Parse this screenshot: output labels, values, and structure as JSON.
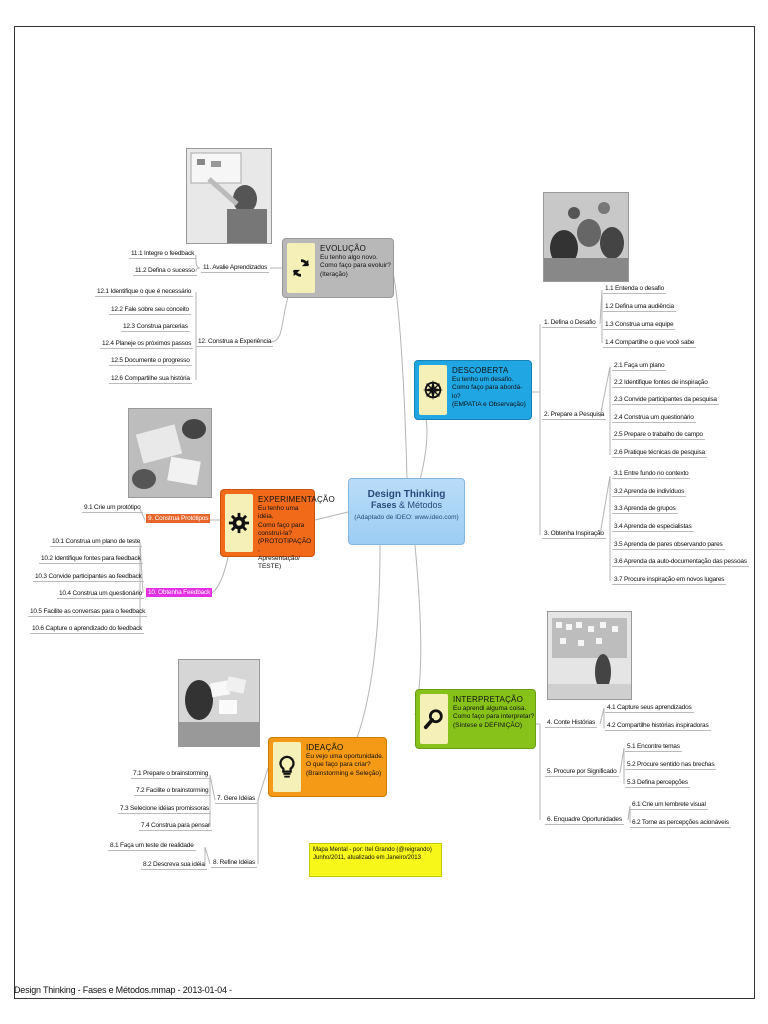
{
  "center": {
    "title": "Design Thinking",
    "subtitle_bold": "Fases",
    "subtitle_rest": " & Métodos",
    "source": "(Adaptado de  IDEO: www.ideo.com)"
  },
  "phases": {
    "evolucao": {
      "title": "EVOLUÇÃO",
      "desc": [
        "Eu tenho algo novo.",
        "Como faço para evoluir?",
        "(Iteração)"
      ],
      "color": "#b8b8b8",
      "icon": "refresh-icon"
    },
    "descoberta": {
      "title": "DESCOBERTA",
      "desc": [
        "Eu tenho um desafio.",
        "Como faço para abordá-lo?",
        "(EMPATIA e Observação)"
      ],
      "color": "#1fa6e3",
      "icon": "compass-icon"
    },
    "experimentacao": {
      "title": "EXPERIMENTAÇÃO",
      "desc": [
        "Eu tenho uma idéia.",
        "Como faço para construí-la?",
        "(PROTOTIPAÇÃO ,",
        "Apresentação/ TESTE)"
      ],
      "color": "#f06a1a",
      "icon": "gear-icon"
    },
    "interpretacao": {
      "title": "INTERPRETAÇÃO",
      "desc": [
        "Eu aprendi alguma coisa.",
        "Como faço para interpretar?",
        "(Síntese e  DEFINIÇÃO)"
      ],
      "color": "#86c21a",
      "icon": "magnifier-icon"
    },
    "ideacao": {
      "title": "IDEAÇÃO",
      "desc": [
        "Eu vejo uma oportunidade.",
        "O que faço para criar?",
        "(Brainstorming e Seleção)"
      ],
      "color": "#f59a16",
      "icon": "lightbulb-icon"
    }
  },
  "branches": {
    "evolucao": [
      {
        "label": "11. Avalie Aprendizados",
        "children": [
          "11.1 Integre o  feedback",
          "11.2 Defina o sucesso"
        ]
      },
      {
        "label": "12. Construa a Experiência",
        "children": [
          "12.1 Identifique o que é necessário",
          "12.2 Fale sobre seu conceito",
          "12.3 Construa parcerias",
          "12.4 Planeje os próximos passos",
          "12.5 Documente o progresso",
          "12.6 Compartilhe sua história"
        ]
      }
    ],
    "descoberta": [
      {
        "label": "1. Defina o Desafio",
        "children": [
          "1.1 Entenda o desafio",
          "1.2 Defina uma audiência",
          "1.3 Construa uma equipe",
          "1.4 Compartilhe o que você sabe"
        ]
      },
      {
        "label": "2. Prepare a Pesquisa",
        "children": [
          "2.1 Faça um plano",
          "2.2 Identifique fontes de inspiração",
          "2.3 Convide participantes da pesquisa",
          "2.4 Construa um questionário",
          "2.5 Prepare o trabalho de campo",
          "2.6 Pratique técnicas de pesquisa"
        ]
      },
      {
        "label": "3. Obtenha Inspiração",
        "children": [
          "3.1 Entre fundo no contexto",
          "3.2 Aprenda de indivíduos",
          "3.3 Aprenda de grupos",
          "3.4 Aprenda de especialistas",
          "3.5 Aprenda de pares observando pares",
          "3.6 Aprenda da auto-documentação das pessoas",
          "3.7 Procure inspiração em novos lugares"
        ]
      }
    ],
    "experimentacao": [
      {
        "label": "9. Construa Protótipos",
        "children": [
          "9.1 Crie um protótipo"
        ]
      },
      {
        "label": "10. Obtenha  Feedback",
        "children": [
          "10.1 Construa um plano de teste",
          "10.2 Identifique fontes para  feedback",
          "10.3 Convide participantes ao  feedback",
          "10.4 Construa um questionário",
          "10.5 Facilite as conversas para o  feedback",
          "10.6 Capture o aprendizado do  feedback"
        ]
      }
    ],
    "interpretacao": [
      {
        "label": "4. Conte Histórias",
        "children": [
          "4.1 Capture seus aprendizados",
          "4.2 Compartilhe histórias inspiradoras"
        ]
      },
      {
        "label": "5. Procure por Significado",
        "children": [
          "5.1 Encontre temas",
          "5.2 Procure sentido nas brechas",
          "5.3 Defina percepções"
        ]
      },
      {
        "label": "6. Enquadre Oportunidades",
        "children": [
          "6.1 Crie um lembrete visual",
          "6.2 Torne as percepções acionáveis"
        ]
      }
    ],
    "ideacao": [
      {
        "label": "7. Gere Idéias",
        "children": [
          "7.1 Prepare o brainstorming",
          "7.2 Facilite o brainstorming",
          "7.3 Selecione idéias promissoras",
          "7.4 Construa para pensar"
        ]
      },
      {
        "label": "8. Refine Idéias",
        "children": [
          "8.1 Faça um teste de realidade",
          "8.2 Descreva sua idéia"
        ]
      }
    ]
  },
  "note": {
    "line1": "Mapa Mental - por:  Itel Grando  (@reigrando)",
    "line2": "Junho/2011,  atualizado em Janeiro/2013"
  },
  "footer": "Design Thinking - Fases e Métodos.mmap - 2013-01-04 -"
}
